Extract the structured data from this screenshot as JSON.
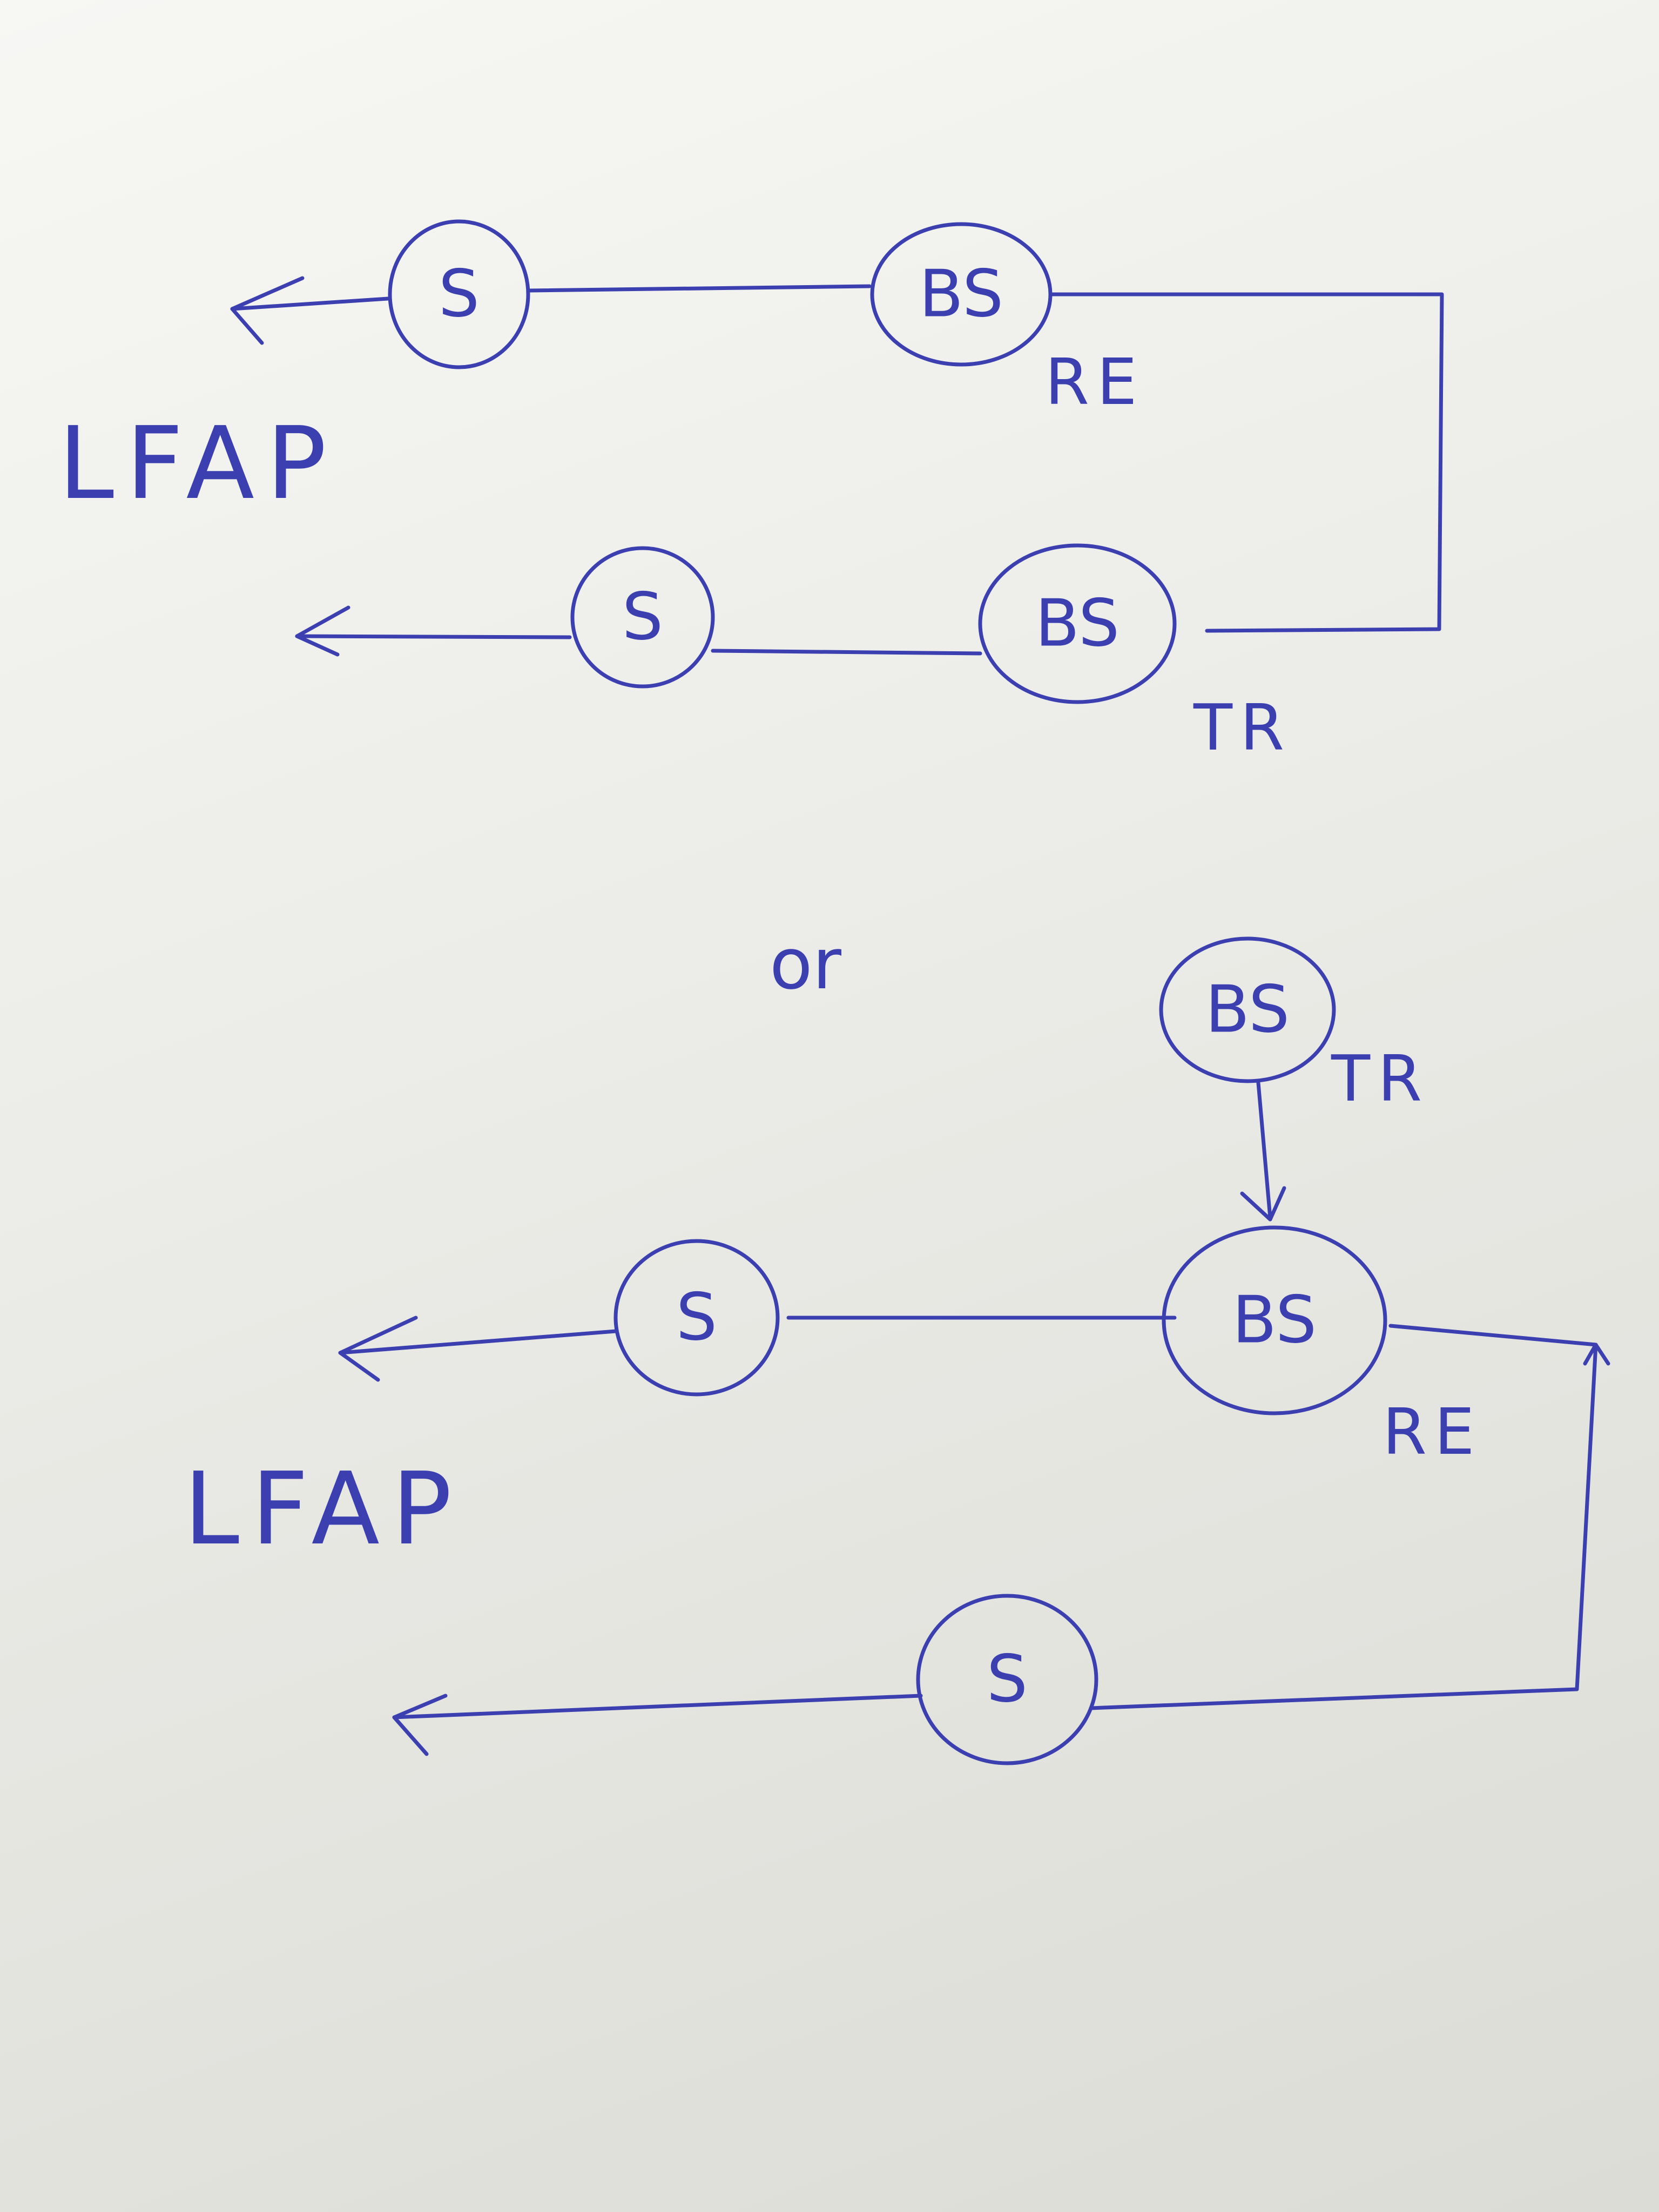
{
  "ink_color": "#3b3fb0",
  "paper_color": "#f4f4f0",
  "diagram_1": {
    "nodes": {
      "s_top": "S",
      "bs_re": "BS",
      "s_bottom": "S",
      "bs_tr": "BS"
    },
    "labels": {
      "re": "RE",
      "tr": "TR",
      "lfap": "LFAP"
    }
  },
  "separator": "or",
  "diagram_2": {
    "nodes": {
      "bs_tr": "BS",
      "bs_re": "BS",
      "s_mid": "S",
      "s_bottom": "S"
    },
    "labels": {
      "tr": "TR",
      "re": "RE",
      "lfap": "LFAP"
    }
  }
}
